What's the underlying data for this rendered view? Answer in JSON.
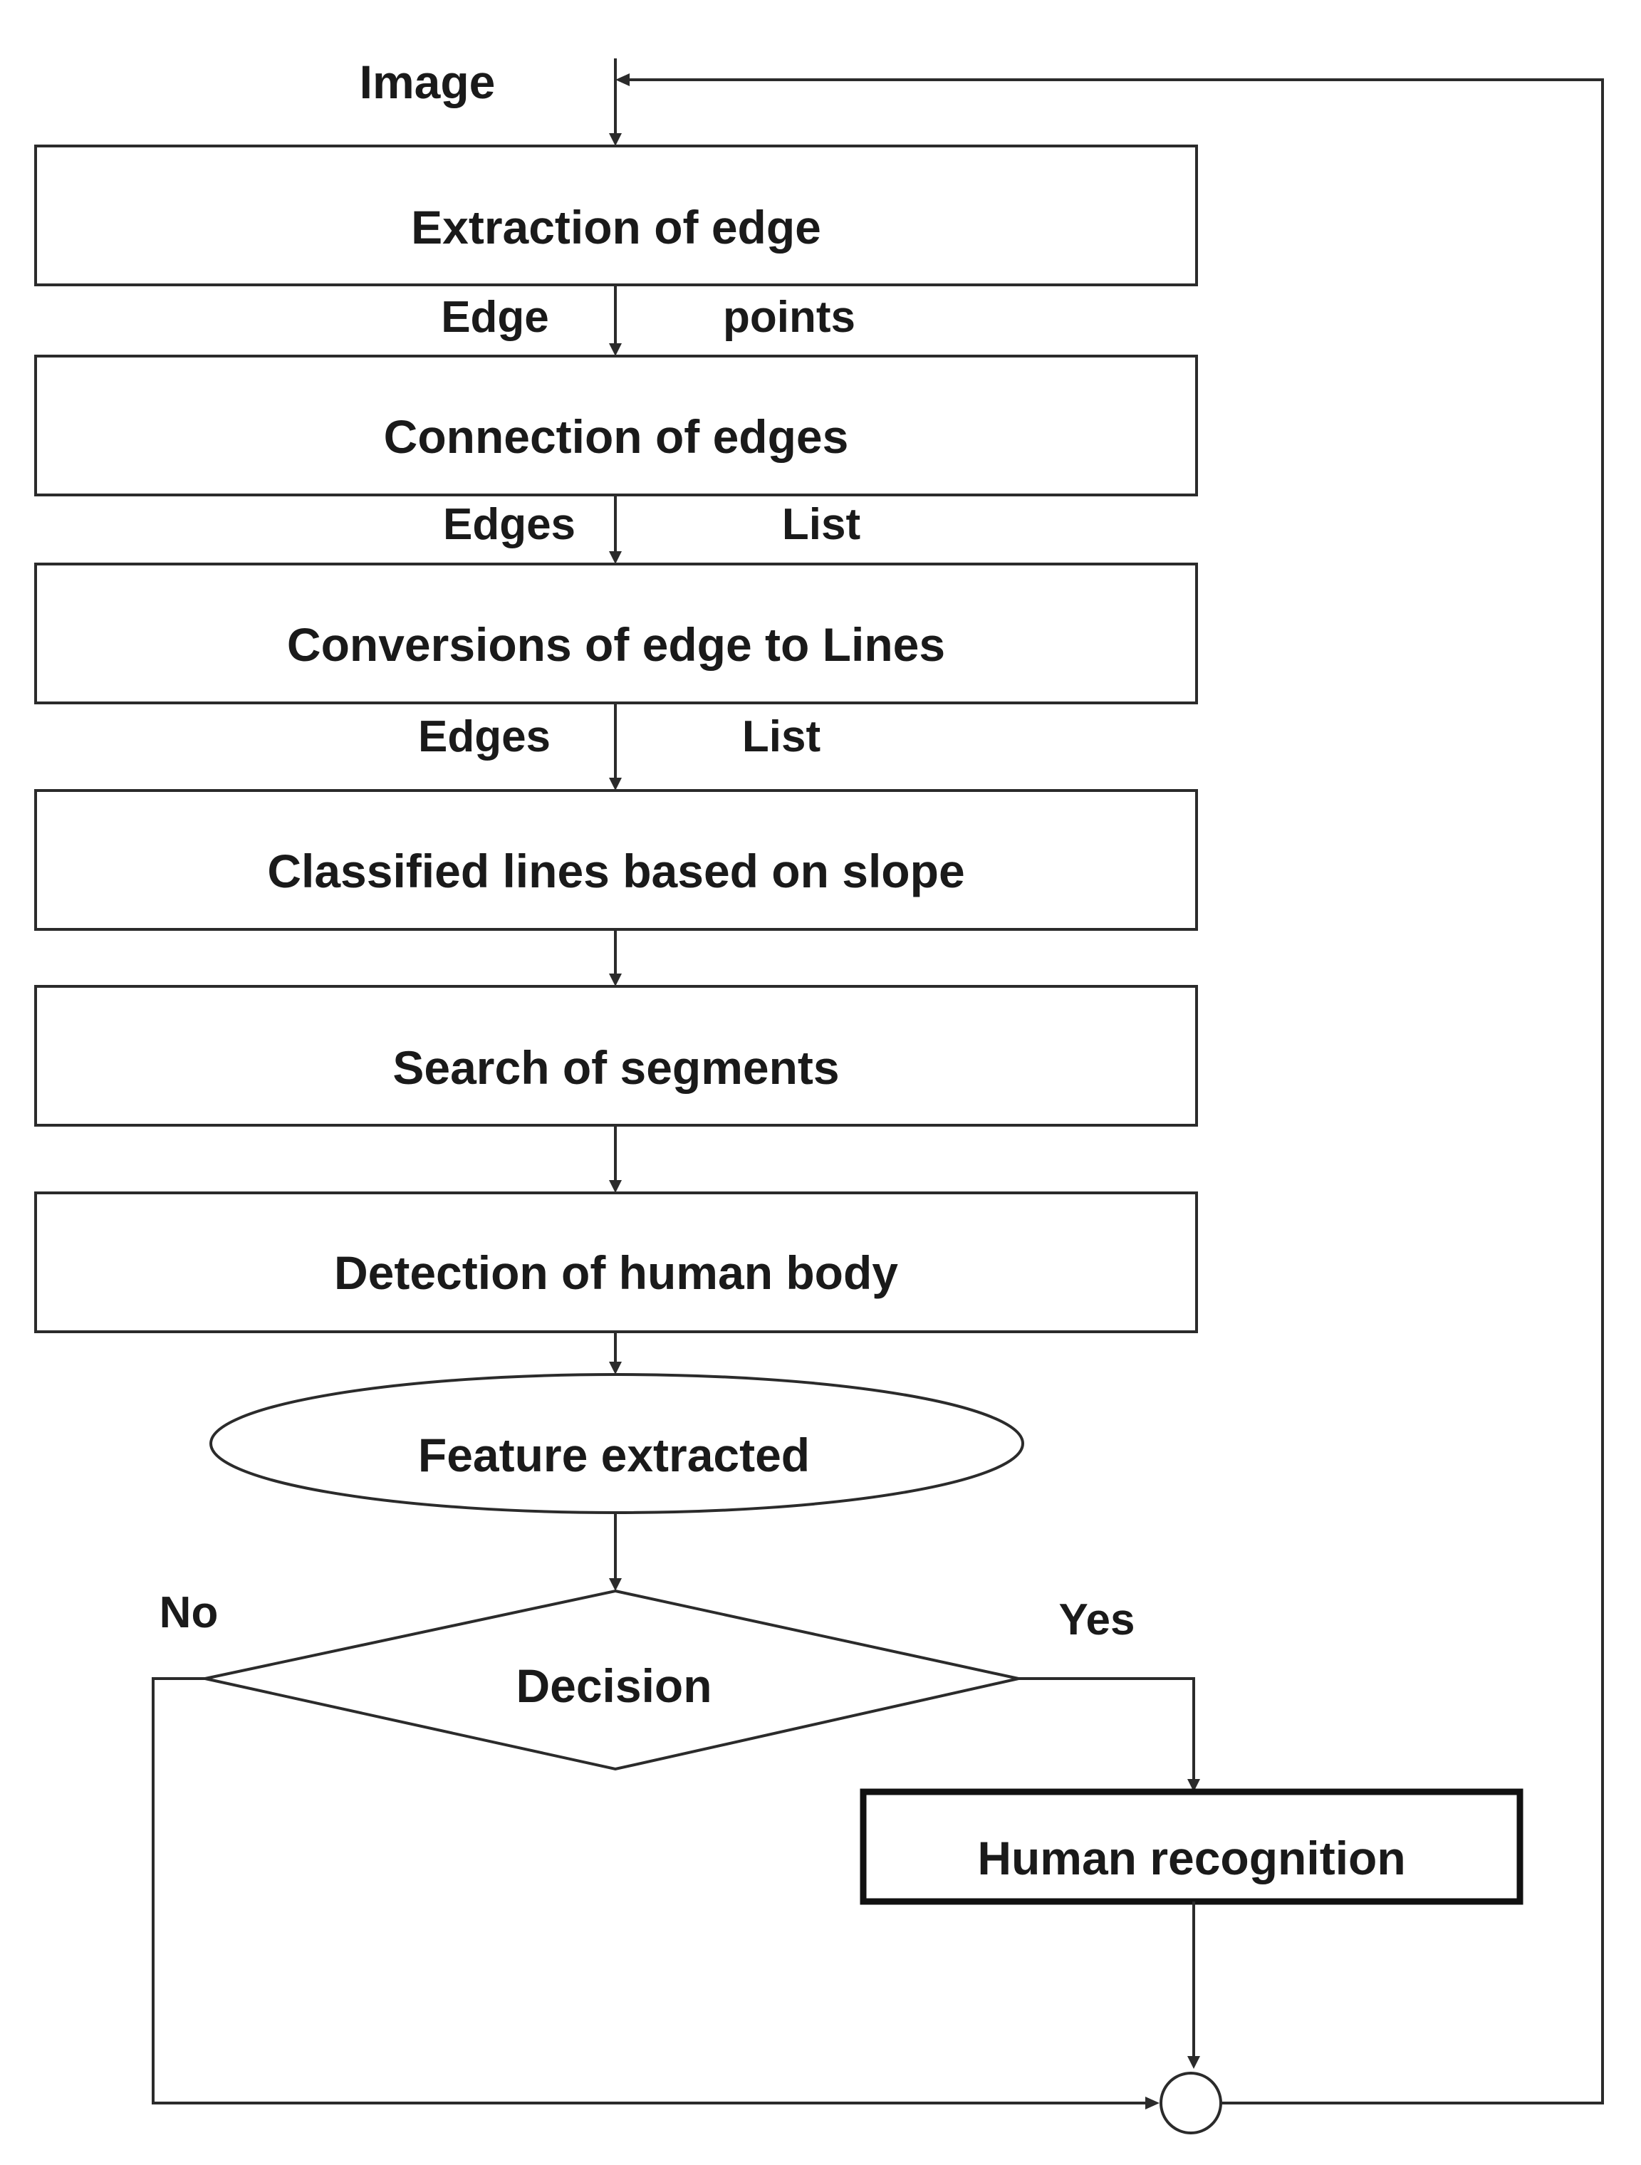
{
  "diagram": {
    "input_label": "Image",
    "steps": [
      {
        "id": "extraction",
        "label": "Extraction of edge"
      },
      {
        "id": "connection",
        "label": "Connection of edges"
      },
      {
        "id": "conversion",
        "label": "Conversions of edge to Lines"
      },
      {
        "id": "classification",
        "label": "Classified lines based on slope"
      },
      {
        "id": "search",
        "label": "Search of segments"
      },
      {
        "id": "detection",
        "label": "Detection of human body"
      }
    ],
    "edge_labels": [
      {
        "left": "Edge",
        "right": "points"
      },
      {
        "left": "Edges",
        "right": "List"
      },
      {
        "left": "Edges",
        "right": "List"
      }
    ],
    "feature_label": "Feature extracted",
    "decision_label": "Decision",
    "no_label": "No",
    "yes_label": "Yes",
    "recognition_label": "Human recognition"
  }
}
